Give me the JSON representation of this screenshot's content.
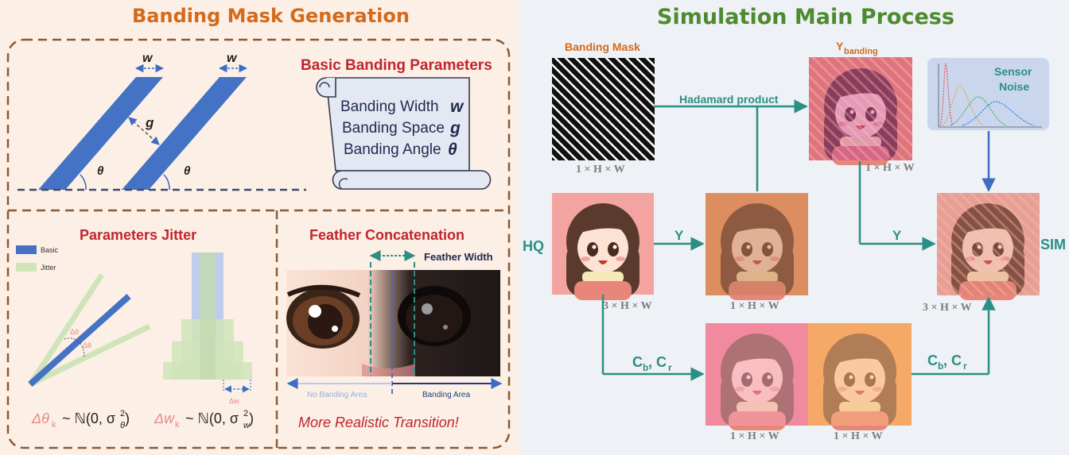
{
  "left": {
    "title": "Banding Mask Generation",
    "basic": {
      "title": "Basic Banding Parameters",
      "width_label": "Banding Width",
      "space_label": "Banding Space",
      "angle_label": "Banding Angle",
      "sym_w": "w",
      "sym_g": "g",
      "sym_theta": "θ"
    },
    "jitter": {
      "title": "Parameters Jitter",
      "legend_basic": "Basic",
      "legend_jitter": "Jitter",
      "delta_theta": "Δθ",
      "delta_w": "Δw",
      "formula_theta_lhs": "Δθ",
      "formula_theta_sub": "k",
      "formula_theta_rhs": "~ ℕ(0, σ",
      "formula_theta_sym": "θ",
      "formula_w_lhs": "Δw",
      "formula_w_sub": "k",
      "formula_w_rhs": "~ ℕ(0, σ",
      "formula_w_sym": "w",
      "formula_sq": "2",
      "formula_close": " )"
    },
    "feather": {
      "title": "Feather Concatenation",
      "width_label": "Feather Width",
      "no_banding": "No Banding Area",
      "banding": "Banding Area",
      "caption": "More Realistic Transition!"
    }
  },
  "right": {
    "title": "Simulation Main Process",
    "banding_mask": "Banding Mask",
    "y_banding": "Y",
    "y_banding_sub": "banding",
    "sensor_noise_1": "Sensor",
    "sensor_noise_2": "Noise",
    "hadamard": "Hadamard product",
    "hq": "HQ",
    "sim": "SIM",
    "y1": "Y",
    "y2": "Y",
    "cbcr_c1": "C",
    "cbcr_b": "b",
    "cbcr_sep": ", C",
    "cbcr_r": "r",
    "dims": {
      "mask": "1 × H × W",
      "ybanding": "1 × H × W",
      "hq": "3 × H × W",
      "y": "1 × H × W",
      "sim": "3 × H × W",
      "cb": "1 × H × W",
      "cr": "1 × H × W"
    }
  },
  "colors": {
    "orange": "#d46a1c",
    "green": "#4e8a2f",
    "red": "#c0262d",
    "teal": "#2b8f85",
    "blue": "#3c6cc4",
    "brown": "#8a5a35",
    "jitter": "#cfe4b8"
  }
}
